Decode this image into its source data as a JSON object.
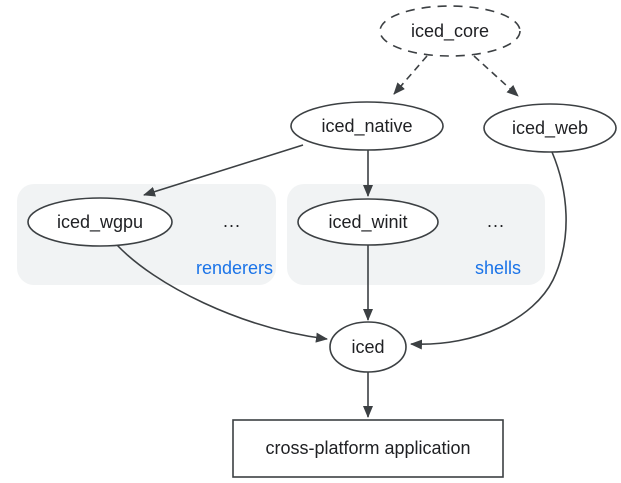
{
  "colors": {
    "background": "#ffffff",
    "edge": "#3c4043",
    "node-border": "#3c4043",
    "text": "#202124",
    "group-bg": "#f1f3f4",
    "group-label": "#1a73e8"
  },
  "diagram": {
    "nodes": {
      "iced_core": {
        "label": "iced_core",
        "shape": "dashed-ellipse"
      },
      "iced_native": {
        "label": "iced_native",
        "shape": "ellipse"
      },
      "iced_web": {
        "label": "iced_web",
        "shape": "ellipse"
      },
      "iced_wgpu": {
        "label": "iced_wgpu",
        "shape": "ellipse"
      },
      "iced_winit": {
        "label": "iced_winit",
        "shape": "ellipse"
      },
      "iced": {
        "label": "iced",
        "shape": "ellipse"
      },
      "application": {
        "label": "cross-platform application",
        "shape": "rectangle"
      }
    },
    "groups": {
      "renderers": {
        "label": "renderers",
        "more": "..."
      },
      "shells": {
        "label": "shells",
        "more": "..."
      }
    },
    "edges": [
      {
        "from": "iced_core",
        "to": "iced_native",
        "style": "dashed"
      },
      {
        "from": "iced_core",
        "to": "iced_web",
        "style": "dashed"
      },
      {
        "from": "iced_native",
        "to": "iced_wgpu",
        "style": "solid"
      },
      {
        "from": "iced_native",
        "to": "iced_winit",
        "style": "solid"
      },
      {
        "from": "iced_wgpu",
        "to": "iced",
        "style": "solid"
      },
      {
        "from": "iced_winit",
        "to": "iced",
        "style": "solid"
      },
      {
        "from": "iced_web",
        "to": "iced",
        "style": "solid"
      },
      {
        "from": "iced",
        "to": "application",
        "style": "solid"
      }
    ]
  }
}
